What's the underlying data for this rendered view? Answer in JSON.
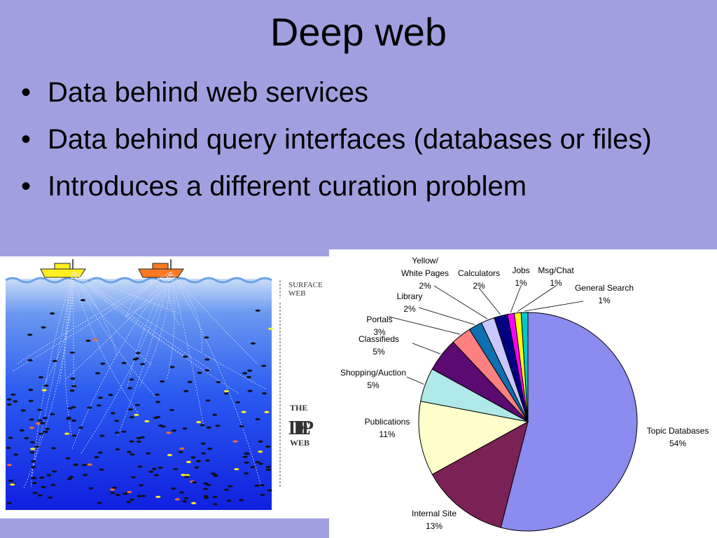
{
  "slide": {
    "title": "Deep web",
    "bullets": [
      "Data behind web services",
      "Data behind query interfaces (databases or files)",
      "Introduces a different curation problem"
    ]
  },
  "illustration": {
    "surface_label": [
      "SURFACE",
      "WEB"
    ],
    "deep_label": [
      "THE",
      "DEEP",
      "WEB"
    ]
  },
  "chart_data": {
    "type": "pie",
    "slices": [
      {
        "label": [
          "Topic Databases"
        ],
        "pct": "54%",
        "value": 54,
        "color": "#8b8bf0"
      },
      {
        "label": [
          "Internal Site"
        ],
        "pct": "13%",
        "value": 13,
        "color": "#7a2255"
      },
      {
        "label": [
          "Publications"
        ],
        "pct": "11%",
        "value": 11,
        "color": "#ffffcc"
      },
      {
        "label": [
          "Shopping/Auction"
        ],
        "pct": "5%",
        "value": 5,
        "color": "#aee8e8"
      },
      {
        "label": [
          "Classifieds"
        ],
        "pct": "5%",
        "value": 5,
        "color": "#5a0a70"
      },
      {
        "label": [
          "Portals"
        ],
        "pct": "3%",
        "value": 3,
        "color": "#ff8080"
      },
      {
        "label": [
          "Library"
        ],
        "pct": "2%",
        "value": 2,
        "color": "#0f6fb0"
      },
      {
        "label": [
          "Yellow/",
          "White Pages"
        ],
        "pct": "2%",
        "value": 2,
        "color": "#c8c8ff"
      },
      {
        "label": [
          "Calculators"
        ],
        "pct": "2%",
        "value": 2,
        "color": "#000080"
      },
      {
        "label": [
          "Jobs"
        ],
        "pct": "1%",
        "value": 1,
        "color": "#ff00ff"
      },
      {
        "label": [
          "Msg/Chat"
        ],
        "pct": "1%",
        "value": 1,
        "color": "#ffff00"
      },
      {
        "label": [
          "General Search"
        ],
        "pct": "1%",
        "value": 1,
        "color": "#00c8c8"
      }
    ]
  }
}
